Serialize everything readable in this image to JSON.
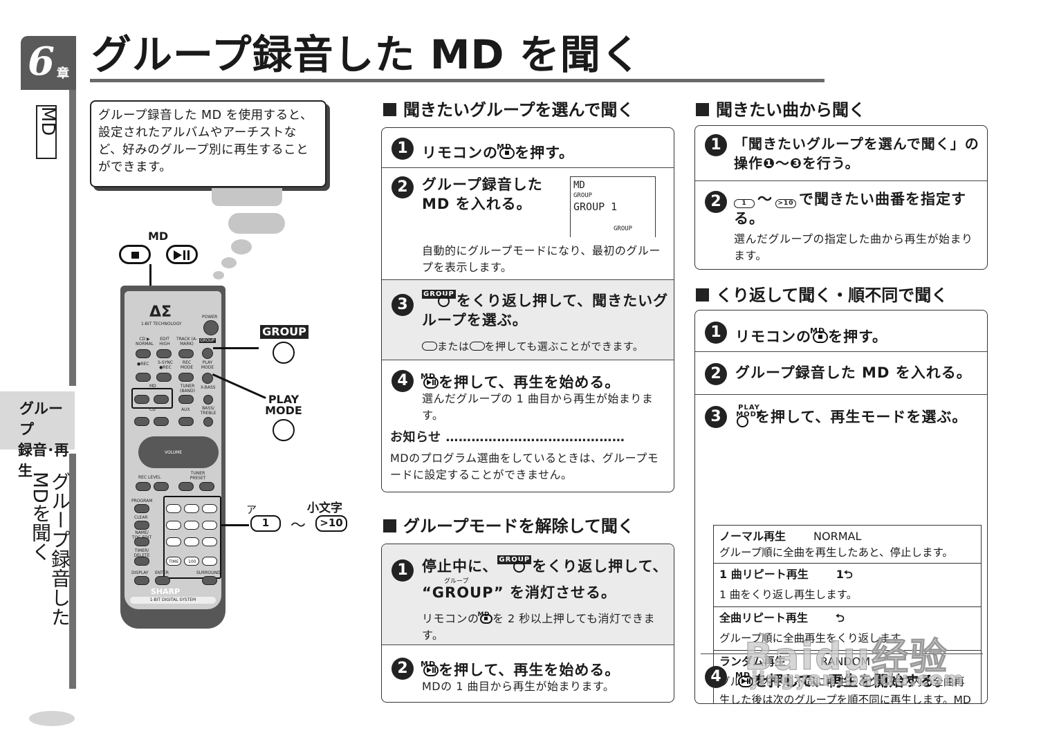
{
  "chapter": {
    "number": "6",
    "label": "章",
    "md": "MD"
  },
  "side": {
    "tab_line1": "グループ",
    "tab_line2": "録音･再生",
    "vertical_title": "グループ録音したMDを聞く"
  },
  "title": "グループ録音した MD を聞く",
  "intro": "グループ録音した MD を使用すると、設定されたアルバムやアーチストなど、好みのグループ別に再生することができます。",
  "remote": {
    "md_label": "MD",
    "logo": "ΔΣ",
    "tech": "1-BIT TECHNOLOGY",
    "power": "POWER",
    "volume": "VOLUME",
    "brand": "SHARP",
    "system": "1-BIT DIGITAL SYSTEM",
    "rows": [
      "CD ▶ NORMAL",
      "EDIT HIGH",
      "TRACK (A-MARK)",
      "GROUP",
      "●REC",
      "S-SYNC ●REC",
      "REC MODE",
      "PLAY MODE",
      "MD",
      "TUNER (BAND)",
      "X-BASS",
      "CD",
      "AUX",
      "BASS/ TREBLE",
      "REC LEVEL",
      "TUNER PRESET",
      "PROGRAM",
      "CLEAR",
      "NAME/ TOC EDIT",
      "TIMER/ DELETE",
      "DISPLAY",
      "ENTER",
      "SURROUND",
      "TIME",
      "100"
    ],
    "callout_group": "GROUP",
    "callout_play_mode_1": "PLAY",
    "callout_play_mode_2": "MODE",
    "key_kana": "ア",
    "key_one": "1",
    "key_tilde": "～",
    "key_ten": ">10",
    "key_small": "小文字"
  },
  "sec1": {
    "heading": "聞きたいグループを選んで聞く",
    "s1_text_a": "リモコンの",
    "s1_sup": "MD",
    "s1_text_b": "を押す。",
    "s2_text": "グループ録音した MD を入れる。",
    "s2_note": "自動的にグループモードになり、最初のグループを表示します。",
    "lcd": {
      "l1": "MD",
      "l2": "GROUP",
      "l3": "GROUP  1",
      "l4": "GROUP"
    },
    "s3_badge": "GROUP",
    "s3_text": "をくり返し押して、聞きたいグループを選ぶ。",
    "s3_note_a": "または",
    "s3_note_b": "を押しても選ぶことができます。",
    "s4_sup": "MD",
    "s4_text": "を押して、再生を始める。",
    "s4_note": "選んだグループの 1 曲目から再生が始まります。",
    "notice_head": "お知らせ ……………………………………",
    "notice_text": "MDのプログラム選曲をしているときは、グループモードに設定することができません。"
  },
  "sec2": {
    "heading": "グループモードを解除して聞く",
    "s1_text_a": "停止中に、",
    "s1_badge": "GROUP",
    "s1_text_b": "をくり返し押して、",
    "s1_ruby": "グループ",
    "s1_text_c": "“GROUP” を消灯させる。",
    "s1_note_a": "リモコンの",
    "s1_note_sup": "MD",
    "s1_note_b": "を 2 秒以上押しても消灯できます。",
    "s2_sup": "MD",
    "s2_text": "を押して、再生を始める。",
    "s2_note": "MDの 1 曲目から再生が始まります。"
  },
  "sec3": {
    "heading": "聞きたい曲から聞く",
    "s1_text": "「聞きたいグループを選んで聞く」の操作❶〜❸を行う。",
    "s2_key1": "1",
    "s2_tilde": "～",
    "s2_key2": ">10",
    "s2_text": "で聞きたい曲番を指定する。",
    "s2_note": "選んだグループの指定した曲から再生が始まります。"
  },
  "sec4": {
    "heading": "くり返して聞く・順不同で聞く",
    "s1_text_a": "リモコンの",
    "s1_sup": "MD",
    "s1_text_b": "を押す。",
    "s2_text": "グループ録音した MD を入れる。",
    "s3_sup": "PLAY MODE",
    "s3_text": "を押して、再生モードを選ぶ。",
    "modes": [
      {
        "name": "ノーマル再生",
        "code": "NORMAL",
        "desc": "グループ順に全曲を再生したあと、停止します。"
      },
      {
        "name": "1 曲リピート再生",
        "code": "1⮌",
        "desc": "1 曲をくり返し再生します。"
      },
      {
        "name": "全曲リピート再生",
        "code": "⮌",
        "desc": "グループ順に全曲再生をくり返します。"
      },
      {
        "name": "ランダム再生",
        "code": "RANDOM",
        "desc": "グループ内で順不同に再生し、グループ内を全曲再生した後は次のグループを順不同に再生します。MD内の全曲を再生後停止します。"
      }
    ],
    "s4_sup": "MD",
    "s4_text": "を押して、再生を開始する。"
  },
  "watermark": {
    "main": "Baidu经验",
    "sub": "jingyan.baidu.com"
  }
}
